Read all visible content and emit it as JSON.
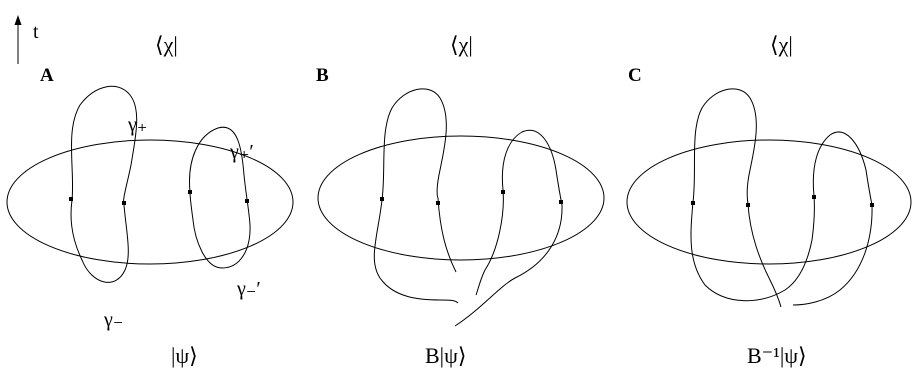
{
  "time_axis": {
    "label": "t"
  },
  "panels": [
    {
      "letter": "A",
      "bra": "⟨χ|",
      "ket": "|ψ⟩",
      "curve_labels": {
        "gamma_plus": "γ₊",
        "gamma_plus_prime": "γ₊′",
        "gamma_minus_prime": "γ₋′",
        "gamma_minus": "γ₋"
      }
    },
    {
      "letter": "B",
      "bra": "⟨χ|",
      "ket": "B|ψ⟩"
    },
    {
      "letter": "C",
      "bra": "⟨χ|",
      "ket": "B⁻¹|ψ⟩"
    }
  ]
}
